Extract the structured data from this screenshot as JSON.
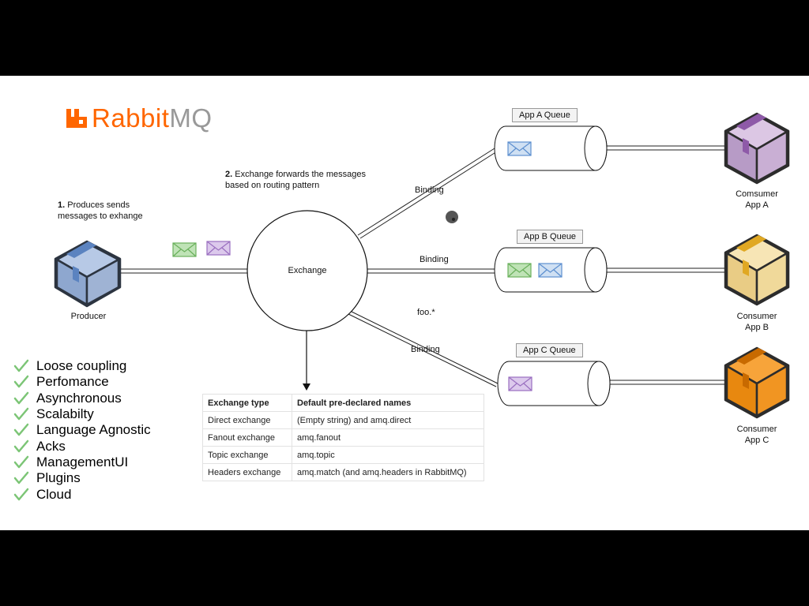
{
  "logo": {
    "text_rabbit": "Rabbit",
    "text_mq": "MQ",
    "color": "#ff6600"
  },
  "steps": {
    "step1_num": "1.",
    "step1_line1": "Produces sends",
    "step1_line2": "messages to exhange",
    "step2_num": "2.",
    "step2_line1": "Exchange forwards the messages",
    "step2_line2": "based on routing pattern"
  },
  "nodes": {
    "producer": "Producer",
    "exchange": "Exchange",
    "consumer_a_line1": "Comsumer",
    "consumer_a_line2": "App A",
    "consumer_b_line1": "Consumer",
    "consumer_b_line2": "App B",
    "consumer_c_line1": "Consumer",
    "consumer_c_line2": "App C"
  },
  "queues": {
    "a": "App A Queue",
    "b": "App B Queue",
    "c": "App C Queue"
  },
  "edges": {
    "binding_a": "Binding",
    "binding_b": "Binding",
    "binding_c": "Binding",
    "pattern": "foo.*"
  },
  "features": [
    "Loose coupling",
    "Perfomance",
    "Asynchronous",
    "Scalabilty",
    "Language Agnostic",
    "Acks",
    "ManagementUI",
    "Plugins",
    "Cloud"
  ],
  "table": {
    "headers": [
      "Exchange type",
      "Default pre-declared names"
    ],
    "rows": [
      [
        "Direct exchange",
        "(Empty string) and amq.direct"
      ],
      [
        "Fanout exchange",
        "amq.fanout"
      ],
      [
        "Topic exchange",
        "amq.topic"
      ],
      [
        "Headers exchange",
        "amq.match (and amq.headers in RabbitMQ)"
      ]
    ]
  },
  "colors": {
    "producer": "#9db3d6",
    "consumer_a": "#c9a8d4",
    "consumer_b": "#f3d491",
    "consumer_c": "#f59a1e",
    "msg_green": "#82c776",
    "msg_purple": "#b48fd0",
    "msg_blue": "#7fa7d9"
  }
}
